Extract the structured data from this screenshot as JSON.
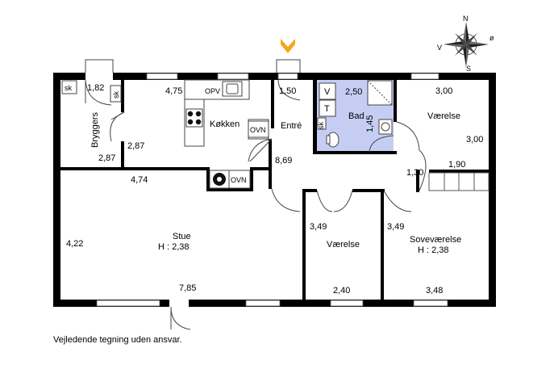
{
  "rooms": {
    "bryggers": {
      "name": "Bryggers",
      "width": "1,82",
      "length": "2,87"
    },
    "kokken": {
      "name": "Køkken",
      "width": "4,75",
      "length": "2,87"
    },
    "entre": {
      "name": "Entré",
      "width": "1,50",
      "length": "8,69"
    },
    "bad": {
      "name": "Bad",
      "width": "2,50",
      "length": "1,45"
    },
    "vaerelse1": {
      "name": "Værelse",
      "width": "3,00",
      "length": "3,00"
    },
    "stue": {
      "name": "Stue",
      "height": "H : 2,38",
      "width": "7,85",
      "length": "4,22",
      "top_width": "4,74"
    },
    "vaerelse2": {
      "name": "Værelse",
      "width": "2,40",
      "length": "3,49"
    },
    "sovevaerelse": {
      "name": "Soveværelse",
      "height": "H : 2,38",
      "width": "3,48",
      "length": "3,49"
    },
    "gang": {
      "a": "1,30",
      "b": "1,90"
    }
  },
  "fixtures": {
    "sk1": "sk",
    "sk2": "sk",
    "sk3": "sk",
    "opv": "OPV",
    "ovn1": "OVN",
    "ovn2": "OVN",
    "v": "V",
    "t": "T"
  },
  "compass": {
    "n": "N",
    "v": "V",
    "s": "S",
    "o": "ø"
  },
  "footer": "Vejledende tegning uden ansvar.",
  "colors": {
    "wall": "#000000",
    "bath": "#c5cef2",
    "entrance_marker": "#f2a81d"
  }
}
